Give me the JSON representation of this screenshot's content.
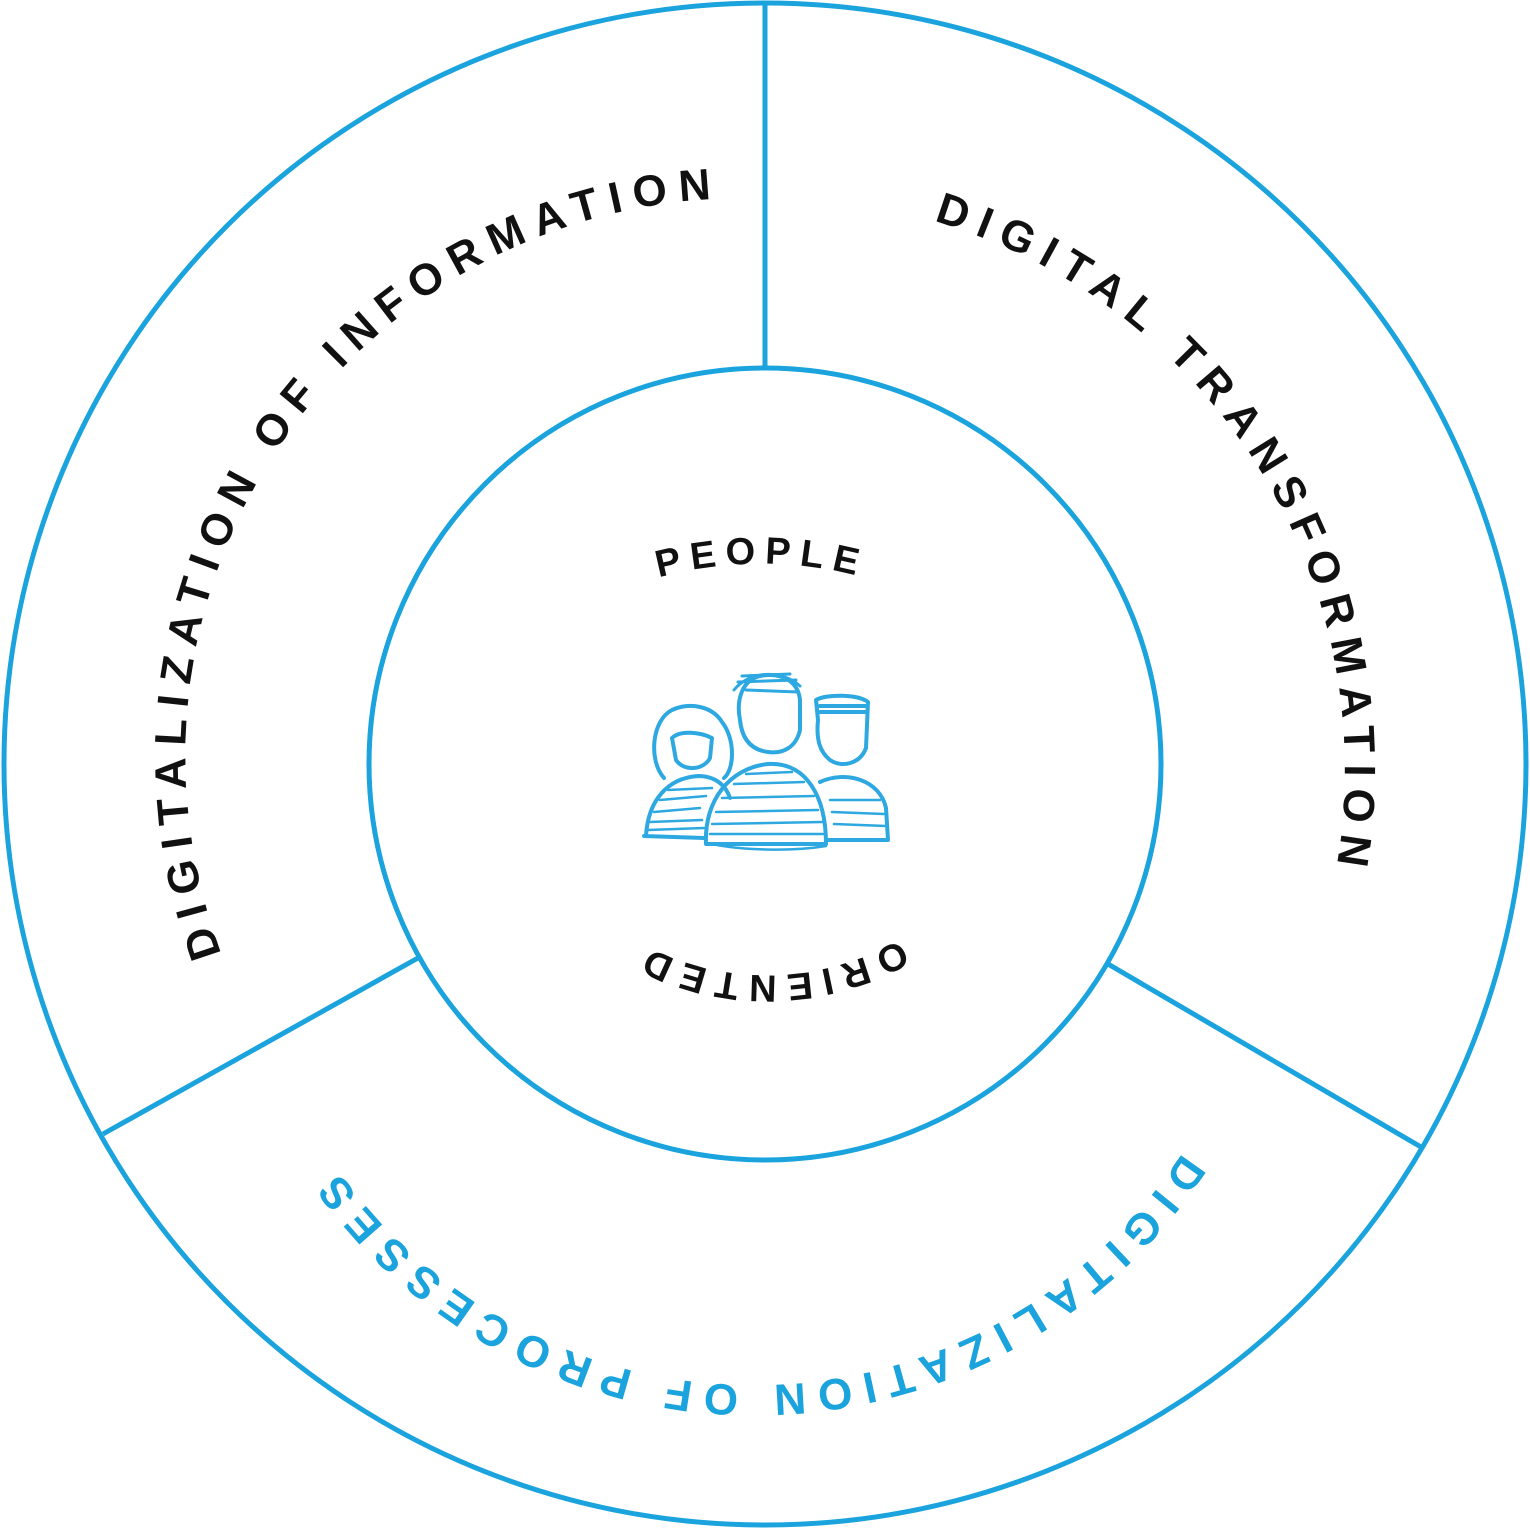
{
  "colors": {
    "line": "#1aa3dc",
    "text_dark": "#111111",
    "text_accent": "#1aa3dc",
    "icon": "#2ea8e0"
  },
  "segments": {
    "information": "DIGITALIZATION OF INFORMATION",
    "transformation": "DIGITAL TRANSFORMATION",
    "processes": "DIGITALIZATION OF PROCESSES"
  },
  "center": {
    "top_word": "PEOPLE",
    "bottom_word": "ORIENTED",
    "icon": "people-group-icon"
  }
}
